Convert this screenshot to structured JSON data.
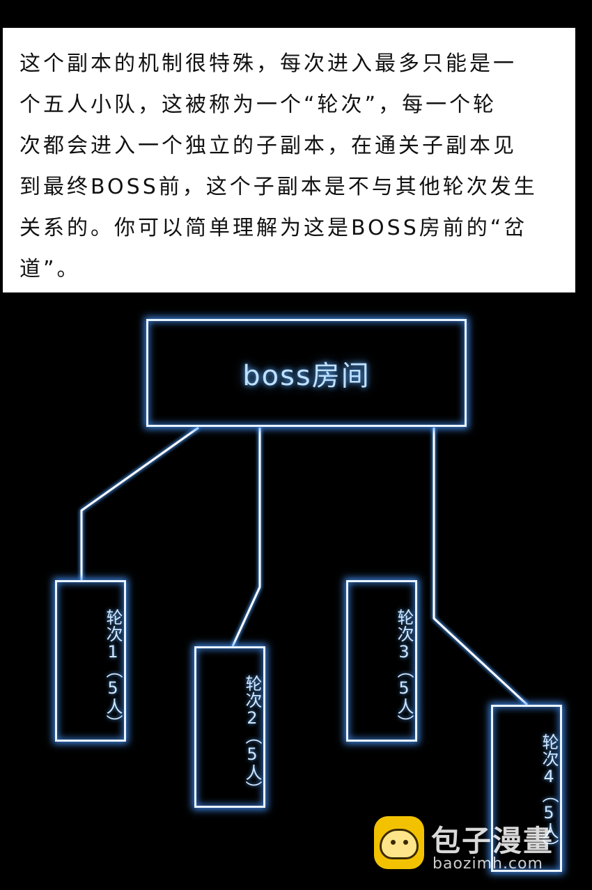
{
  "narration": {
    "lines": [
      "这个副本的机制很特殊，每次进入最多只能是一",
      "个五人小队，这被称为一个“轮次”，每一个轮",
      "次都会进入一个独立的子副本，在通关子副本见",
      "到最终BOSS前，这个子副本是不与其他轮次发生",
      "关系的。你可以简单理解为这是BOSS房前的“岔",
      "道”。"
    ]
  },
  "diagram": {
    "boss_label": "boss房间",
    "rounds": [
      {
        "label": "轮次1（5人）"
      },
      {
        "label": "轮次2（5人）"
      },
      {
        "label": "轮次3（5人）"
      },
      {
        "label": "轮次4（5人）"
      }
    ],
    "glow_color": "#4a9cff"
  },
  "watermark": {
    "title": "包子漫畫",
    "url": "baozimh.com",
    "logo_color": "#f2c200"
  }
}
